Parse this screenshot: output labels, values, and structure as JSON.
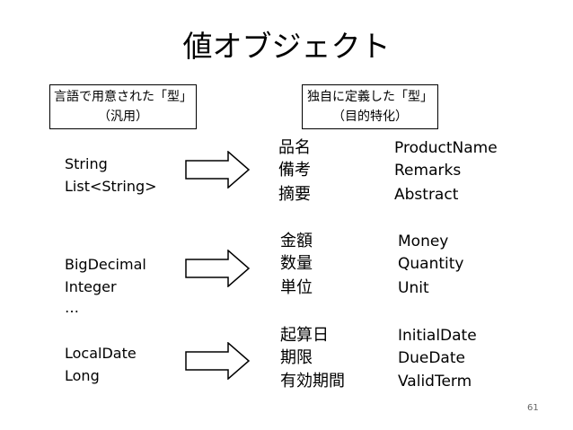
{
  "title": "値オブジェクト",
  "boxes": {
    "left": {
      "line1": "言語で用意された「型」",
      "line2": "（汎用）"
    },
    "right": {
      "line1": "独自に定義した「型」",
      "line2": "（目的特化）"
    }
  },
  "groups": [
    {
      "language_types": [
        "String",
        "List<String>"
      ],
      "domain_types_jp": [
        "品名",
        "備考",
        "摘要"
      ],
      "domain_types_en": [
        "ProductName",
        "Remarks",
        "Abstract"
      ]
    },
    {
      "language_types": [
        "BigDecimal",
        "Integer",
        "…"
      ],
      "domain_types_jp": [
        "金額",
        "数量",
        "単位"
      ],
      "domain_types_en": [
        "Money",
        "Quantity",
        "Unit"
      ]
    },
    {
      "language_types": [
        "LocalDate",
        "Long"
      ],
      "domain_types_jp": [
        "起算日",
        "期限",
        "有効期間"
      ],
      "domain_types_en": [
        "InitialDate",
        "DueDate",
        "ValidTerm"
      ]
    }
  ],
  "page_number": "61"
}
